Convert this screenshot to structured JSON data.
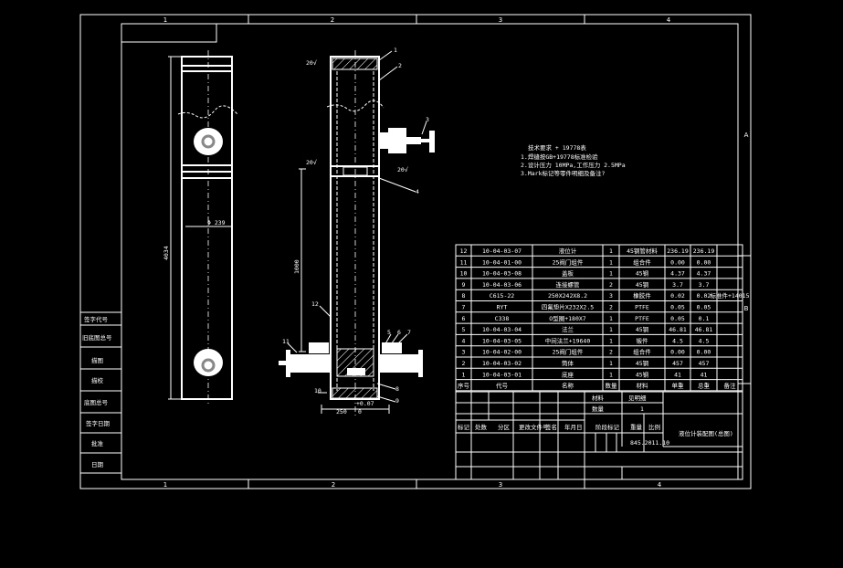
{
  "sheet": {
    "zones_top": [
      "1",
      "2",
      "3",
      "4"
    ],
    "zones_bottom": [
      "1",
      "2",
      "3",
      "4"
    ],
    "zones_side": [
      "A",
      "B"
    ]
  },
  "left_block": [
    "签字代号",
    "旧底图总号",
    "描图",
    "描校",
    "底图总号",
    "签字日期",
    "批准",
    "日期"
  ],
  "notes": {
    "title": "技术要求 + 19778表",
    "lines": [
      "1.焊缝按GB+19778标准检验",
      "2.设计压力 10MPa,工作压力 2.5MPa",
      "3.Mark标记等零件明细及备注?"
    ]
  },
  "drawing": {
    "balloons": [
      "1",
      "2",
      "3",
      "4",
      "5",
      "6",
      "7",
      "8",
      "9",
      "10",
      "11",
      "12"
    ],
    "roughness": "20√",
    "dim_height": "1000",
    "dim_bottom": "250",
    "dim_bottom_tol": "0",
    "dim_tol": "+0.07",
    "side_dim_height": "4034",
    "side_dim_dia": "Φ 239"
  },
  "bom": {
    "rows": [
      [
        "12",
        "10-04-03-07",
        "液位计",
        "1",
        "45钢管材料",
        "236.19",
        "236.19",
        ""
      ],
      [
        "11",
        "10-04-01-00",
        "25阀门组件",
        "1",
        "组合件",
        "0.00",
        "0.00",
        ""
      ],
      [
        "10",
        "10-04-03-08",
        "盖板",
        "1",
        "45钢",
        "4.37",
        "4.37",
        ""
      ],
      [
        "9",
        "10-04-03-06",
        "连接螺管",
        "2",
        "45钢",
        "3.7",
        "3.7",
        ""
      ],
      [
        "8",
        "C615-22",
        "250X242X8.2",
        "3",
        "橡胶件",
        "0.02",
        "0.02",
        "标准件+14015"
      ],
      [
        "7",
        "RYT",
        "四氟垫片X232X2.5",
        "2",
        "PTFE",
        "0.05",
        "0.05",
        ""
      ],
      [
        "6",
        "C338",
        "O型圈+180X7",
        "1",
        "PTFE",
        "0.05",
        "0.1",
        ""
      ],
      [
        "5",
        "10-04-03-04",
        "法兰",
        "1",
        "45钢",
        "46.81",
        "46.81",
        ""
      ],
      [
        "4",
        "10-04-03-05",
        "中间法兰+19640",
        "1",
        "锻件",
        "4.5",
        "4.5",
        ""
      ],
      [
        "3",
        "10-04-02-00",
        "25阀门组件",
        "2",
        "组合件",
        "0.00",
        "0.00",
        ""
      ],
      [
        "2",
        "10-04-03-02",
        "筒体",
        "1",
        "45钢",
        "457",
        "457",
        ""
      ],
      [
        "1",
        "10-04-03-01",
        "底座",
        "1",
        "45钢",
        "41",
        "41",
        ""
      ]
    ],
    "header": [
      "序号",
      "代号",
      "名称",
      "数量",
      "材料",
      "单重",
      "总重",
      "备注"
    ]
  },
  "title_block": {
    "material_label": "材料",
    "material_value": "见明细",
    "qty_label": "数量",
    "qty_value": "1",
    "sig_row": [
      "标记",
      "处数",
      "分区",
      "更改文件号",
      "签名",
      "年月日"
    ],
    "stage_label": "阶段标记",
    "weight_label": "重量",
    "scale_label": "比例",
    "weight_scale_value": "845.2011.10",
    "drawing_name": "液位计装配图(总图)"
  }
}
